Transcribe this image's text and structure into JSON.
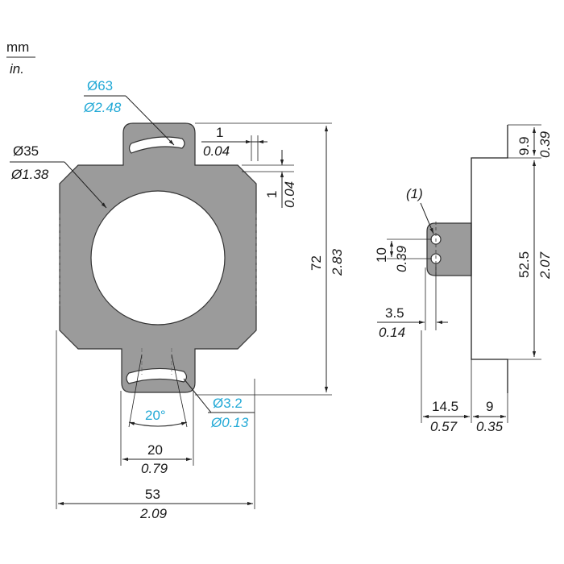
{
  "units": {
    "top": "mm",
    "bottom": "in."
  },
  "colors": {
    "part_fill": "#9b9b9b",
    "highlight": "#22a9d6",
    "line": "#222222"
  },
  "dimensions": {
    "outer_dia_mm": "Ø63",
    "outer_dia_in": "Ø2.48",
    "inner_dia_mm": "Ø35",
    "inner_dia_in": "Ø1.38",
    "gap_h_mm": "1",
    "gap_h_in": "0.04",
    "gap_v_mm": "1",
    "gap_v_in": "0.04",
    "height_mm": "72",
    "height_in": "2.83",
    "angle": "20°",
    "slot_dia_mm": "Ø3.2",
    "slot_dia_in": "Ø0.13",
    "slot_spacing_mm": "20",
    "slot_spacing_in": "0.79",
    "width_mm": "53",
    "width_in": "2.09",
    "note_ref": "(1)",
    "hole_spacing_mm": "10",
    "hole_spacing_in": "0.39",
    "hole_offset_mm": "3.5",
    "hole_offset_in": "0.14",
    "top_tab_mm": "9.9",
    "top_tab_in": "0.39",
    "body_height_mm": "52.5",
    "body_height_in": "2.07",
    "side_depth_mm": "14.5",
    "side_depth_in": "0.57",
    "body_thk_mm": "9",
    "body_thk_in": "0.35"
  }
}
